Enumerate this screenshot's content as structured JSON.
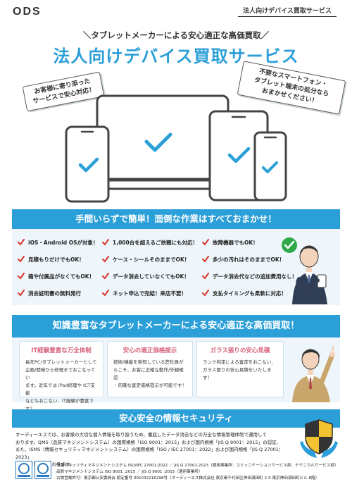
{
  "header": {
    "logo": "ODS",
    "doc_label": "法人向けデバイス買取サービス"
  },
  "hero": {
    "subtitle": "＼タブレットメーカーによる安心適正な高価買取／",
    "title": "法人向けデバイス買取サービス",
    "tag_left": [
      "お客様に寄り添った",
      "サービスで安心対応！"
    ],
    "tag_right": [
      "不要なスマートフォン・",
      "タブレット端末の処分なら",
      "おまかせください！"
    ]
  },
  "section1": {
    "heading": "手間いらずで簡単！面倒な作業はすべておまかせ！",
    "features": [
      "iOS・Android OSが対象！",
      "1,000台を超えるご依頼にも対応！",
      "故障機器でもOK！",
      "見積もりだけでもOK！",
      "ケース・シールそのままでOK！",
      "多少の汚れはそのままでOK！",
      "箱や付属品がなくてもOK！",
      "データ消去していなくてもOK！",
      "データ消去代などの追加費用なし！",
      "消去証明書の無料発行",
      "ネット申込で完結！来店不要！",
      "支払タイミングも柔軟に対応！"
    ]
  },
  "section2": {
    "heading": "知識豊富なタブレットメーカーによる安心適正な高価買取！",
    "cards": [
      {
        "title": "IT経験豊富な万全体制",
        "body": [
          "長年PC/タブレットメーカーとして",
          "企画/開発から修理までおこなってい",
          "ます。近年では iPad修理や ICT支援",
          "などもおこない、IT経験が豊富です！"
        ]
      },
      {
        "title": "安心の適正価格提示",
        "body": [
          "技術/機能を熟知している弊社員が",
          "らこそ、お客に正確な動作/外観確認",
          "・的確な査定価格提示が可能です！"
        ]
      },
      {
        "title": "ガラス張りの安心見積",
        "body": [
          "ランク判定による査定をおこない、",
          "ガラス張りの安心見積をいたします！"
        ]
      }
    ]
  },
  "section3": {
    "heading": "安心安全の情報セキュリティ",
    "body": [
      "オーディーエスでは、お客様の大切な個人情報を取り扱うため、徹底したデータ消去などの万全な情報管理体制で運用して",
      "おります。QMS（品質マネジメントシステム）の国際規格「ISO 9001：2015」および国内規格「JIS Q 9001：2015」の認証、",
      "また、ISMS（情報セキュリティマネジメントシステム）の国際規格「ISO / IEC 27001：2022」および国内規格「JIS Q 27001：2023」",
      "の認証を取得しております。"
    ],
    "certs": [
      "情報セキュリティマネジメントシステム ISO/IEC 27001:2022 ／ JIS Q 27001:2023（適用事業所：コミュニケーションサービス部、テクニカルサービス部）",
      "品質マネジメントシステム ISO 9001 :2015 ／ JIS Q 9001 :2015（適用事業所）",
      "古物営業許可：東京都公安委員会 認定番号 301032216298号（オーディーエス株式会社 東京都千代田区神田須田町 2-5 東京神田須田町ビル 8階）"
    ]
  },
  "colors": {
    "accent": "#2b9fd8",
    "pink": "#d7607a",
    "check_red": "#d9342b",
    "panel": "#eef6fb"
  }
}
